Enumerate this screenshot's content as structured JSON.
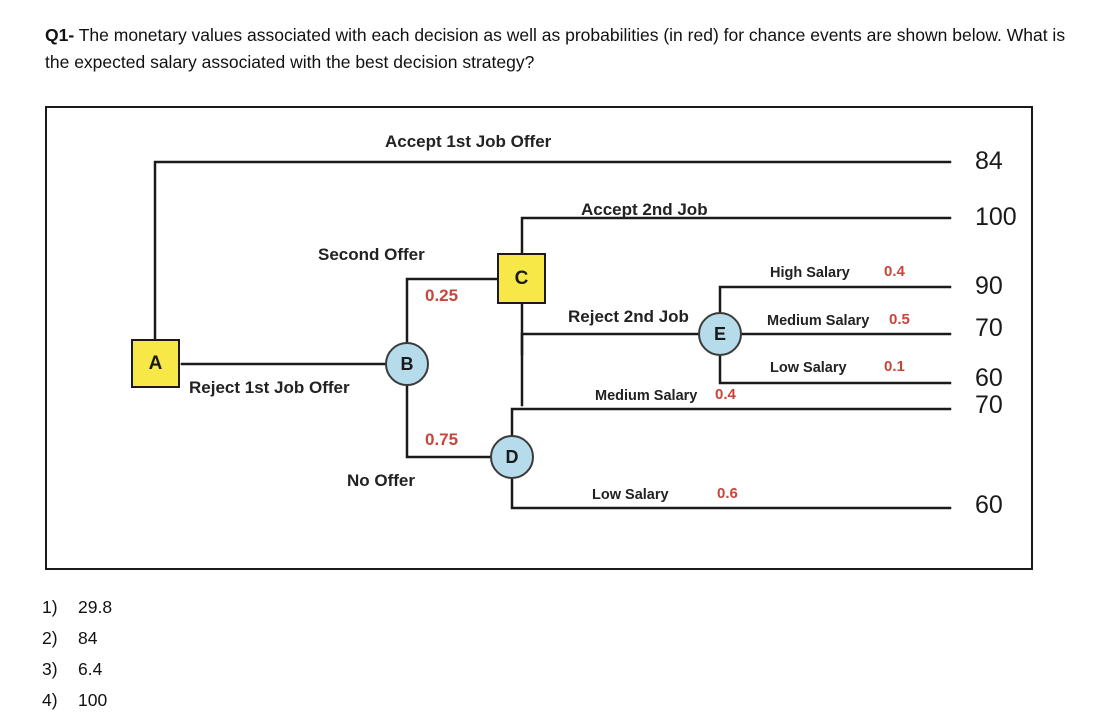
{
  "question": {
    "label": "Q1-",
    "text": " The monetary values associated with each decision as well as probabilities (in red) for chance events are shown below. What is the expected salary associated with the best decision strategy?"
  },
  "colors": {
    "decision_node": "#F7E747",
    "chance_node": "#B6DCEC",
    "probability_text": "#C9443B",
    "line": "#1a1a1a"
  },
  "tree": {
    "nodes": [
      {
        "id": "A",
        "label": "A",
        "type": "decision"
      },
      {
        "id": "B",
        "label": "B",
        "type": "chance"
      },
      {
        "id": "C",
        "label": "C",
        "type": "decision"
      },
      {
        "id": "D",
        "label": "D",
        "type": "chance"
      },
      {
        "id": "E",
        "label": "E",
        "type": "chance"
      }
    ],
    "branches": [
      {
        "id": "accept-1st",
        "label": "Accept 1st Job Offer",
        "probability": "",
        "payoff": "84",
        "from": "A"
      },
      {
        "id": "reject-1st",
        "label": "Reject 1st Job Offer",
        "probability": "",
        "payoff": "",
        "from": "A"
      },
      {
        "id": "second-offer",
        "label": "Second Offer",
        "probability": "0.25",
        "payoff": "",
        "from": "B"
      },
      {
        "id": "no-offer",
        "label": "No  Offer",
        "probability": "0.75",
        "payoff": "",
        "from": "B"
      },
      {
        "id": "accept-2nd",
        "label": "Accept 2nd Job",
        "probability": "",
        "payoff": "100",
        "from": "C"
      },
      {
        "id": "reject-2nd",
        "label": "Reject 2nd Job",
        "probability": "",
        "payoff": "",
        "from": "C"
      },
      {
        "id": "e-high",
        "label": "High Salary",
        "probability": "0.4",
        "payoff": "90",
        "from": "E"
      },
      {
        "id": "e-medium",
        "label": "Medium Salary",
        "probability": "0.5",
        "payoff": "70",
        "from": "E"
      },
      {
        "id": "e-low",
        "label": "Low Salary",
        "probability": "0.1",
        "payoff": "60",
        "from": "E"
      },
      {
        "id": "d-medium",
        "label": "Medium Salary",
        "probability": "0.4",
        "payoff": "70",
        "from": "D"
      },
      {
        "id": "d-low",
        "label": "Low Salary",
        "probability": "0.6",
        "payoff": "60",
        "from": "D"
      }
    ]
  },
  "answers": [
    {
      "num": "1)",
      "value": "29.8"
    },
    {
      "num": "2)",
      "value": "84"
    },
    {
      "num": "3)",
      "value": "6.4"
    },
    {
      "num": "4)",
      "value": "100"
    }
  ]
}
